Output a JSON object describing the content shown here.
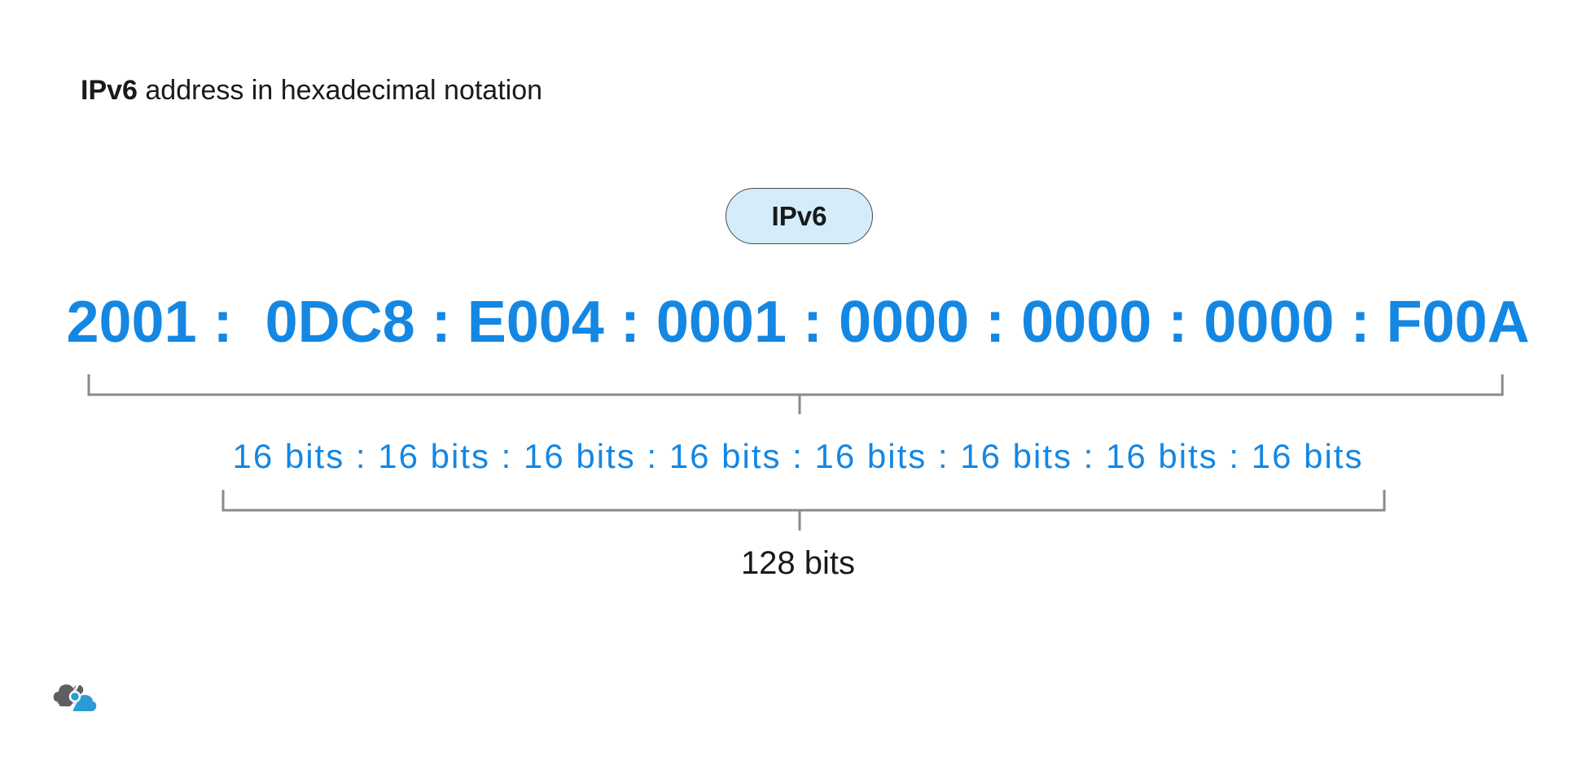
{
  "title": {
    "bold": "IPv6",
    "rest": " address in hexadecimal notation"
  },
  "badge": {
    "label": "IPv6"
  },
  "address": {
    "groups": [
      "2001",
      "0DC8",
      "E004",
      "0001",
      "0000",
      "0000",
      "0000",
      "F00A"
    ],
    "text": "2001 :  0DC8 : E004 : 0001 : 0000 : 0000 : 0000 : F00A"
  },
  "segments": {
    "text": "16 bits : 16 bits : 16 bits : 16 bits : 16 bits : 16 bits : 16 bits : 16 bits"
  },
  "total": {
    "label": "128 bits"
  },
  "colors": {
    "accent": "#1487e3",
    "badge_fill": "#d5ecfb",
    "bracket": "#8a8a8a",
    "text": "#1a1a1a"
  },
  "logo": {
    "icon": "cloud-lightning-logo-icon"
  }
}
